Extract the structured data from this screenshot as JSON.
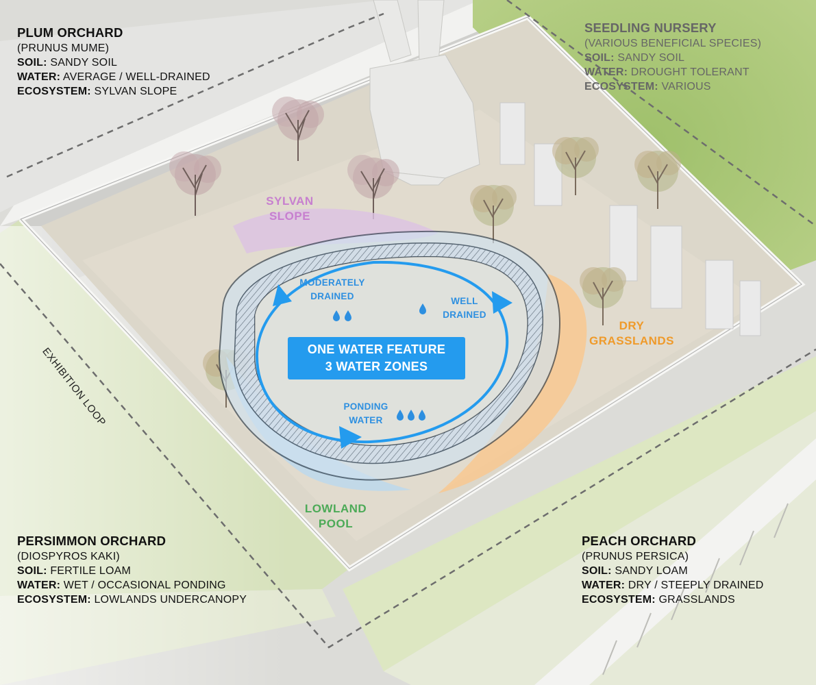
{
  "panels": {
    "plum": {
      "title": "PLUM ORCHARD",
      "species": "(PRUNUS MUME)",
      "soil_label": "SOIL:",
      "soil": "SANDY SOIL",
      "water_label": "WATER:",
      "water": "AVERAGE / WELL-DRAINED",
      "eco_label": "ECOSYSTEM:",
      "eco": "SYLVAN SLOPE"
    },
    "seedling": {
      "title": "SEEDLING NURSERY",
      "species": "(VARIOUS BENEFICIAL SPECIES)",
      "soil_label": "SOIL:",
      "soil": "SANDY SOIL",
      "water_label": "WATER:",
      "water": "DROUGHT TOLERANT",
      "eco_label": "ECOSYSTEM:",
      "eco": "VARIOUS"
    },
    "persimmon": {
      "title": "PERSIMMON ORCHARD",
      "species": "(DIOSPYROS KAKI)",
      "soil_label": "SOIL:",
      "soil": "FERTILE LOAM",
      "water_label": "WATER:",
      "water": "WET / OCCASIONAL PONDING",
      "eco_label": "ECOSYSTEM:",
      "eco": "LOWLANDS UNDERCANOPY"
    },
    "peach": {
      "title": "PEACH ORCHARD",
      "species": "(PRUNUS PERSICA)",
      "soil_label": "SOIL:",
      "soil": "SANDY LOAM",
      "water_label": "WATER:",
      "water": "DRY / STEEPLY DRAINED",
      "eco_label": "ECOSYSTEM:",
      "eco": "GRASSLANDS"
    }
  },
  "zones": {
    "sylvan": {
      "line1": "SYLVAN",
      "line2": "SLOPE",
      "color": "#c77fcf"
    },
    "dry": {
      "line1": "DRY",
      "line2": "GRASSLANDS",
      "color": "#ef9a2a"
    },
    "lowland": {
      "line1": "LOWLAND",
      "line2": "POOL",
      "color": "#4caa57"
    }
  },
  "water_zones": {
    "moderate": {
      "line1": "MODERATELY",
      "line2": "DRAINED"
    },
    "well": {
      "line1": "WELL",
      "line2": "DRAINED"
    },
    "ponding": {
      "line1": "PONDING",
      "line2": "WATER"
    }
  },
  "center_badge": {
    "line1": "ONE WATER FEATURE",
    "line2": "3 WATER ZONES"
  },
  "path_label": "EXHIBITION LOOP",
  "colors": {
    "water_blue": "#249bee",
    "label_blue": "#2d8fe0",
    "text": "#111111"
  },
  "icons": [
    "water-drop-icon",
    "flow-arrow-icon"
  ]
}
